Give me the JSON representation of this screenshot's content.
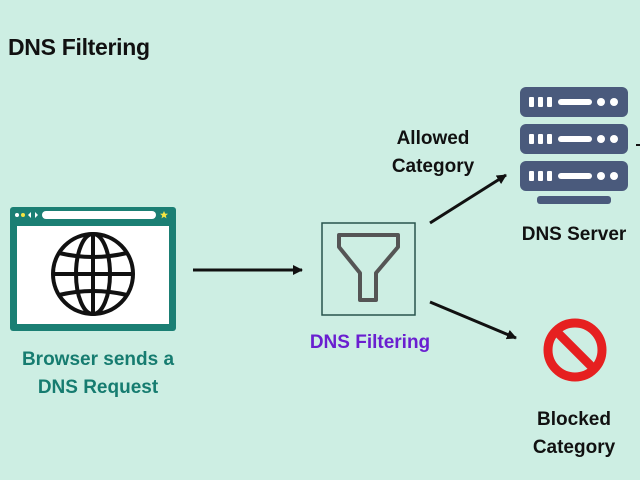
{
  "title": "DNS Filtering",
  "nodes": {
    "browser": {
      "label_line1": "Browser sends a",
      "label_line2": "DNS Request",
      "icon": "browser-globe-icon"
    },
    "filter": {
      "label": "DNS Filtering",
      "icon": "funnel-filter-icon"
    },
    "server": {
      "label": "DNS Server",
      "icon": "server-rack-icon"
    },
    "blocked": {
      "label_line1": "Blocked",
      "label_line2": "Category",
      "icon": "prohibited-icon"
    }
  },
  "edges": {
    "allowed": {
      "label_line1": "Allowed",
      "label_line2": "Category"
    }
  },
  "colors": {
    "background": "#cdeee3",
    "teal": "#167c70",
    "purple": "#6a1fd0",
    "server": "#4a5a7c",
    "blocked": "#e62020"
  }
}
